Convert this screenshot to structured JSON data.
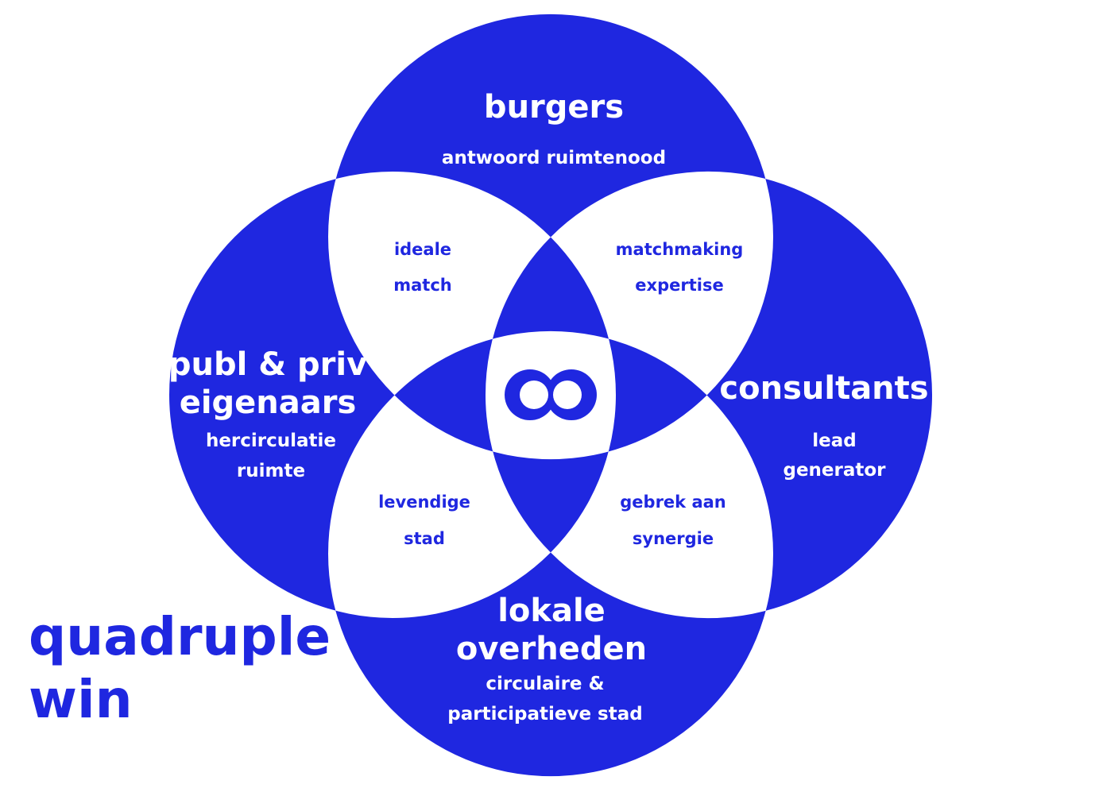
{
  "colors": {
    "brand": "#1f27e0",
    "background": "#ffffff"
  },
  "title": {
    "line1": "quadruple",
    "line2": "win"
  },
  "stakeholders": {
    "top": {
      "name": "burgers",
      "benefit": "antwoord ruimtenood"
    },
    "left": {
      "name_line1": "publ & priv",
      "name_line2": "eigenaars",
      "benefit_line1": "hercirculatie",
      "benefit_line2": "ruimte"
    },
    "right": {
      "name": "consultants",
      "benefit_line1": "lead",
      "benefit_line2": "generator"
    },
    "bottom": {
      "name_line1": "lokale",
      "name_line2": "overheden",
      "benefit_line1": "circulaire &",
      "benefit_line2": "participatieve stad"
    }
  },
  "overlaps": {
    "top_left": {
      "line1": "ideale",
      "line2": "match"
    },
    "top_right": {
      "line1": "matchmaking",
      "line2": "expertise"
    },
    "bottom_left": {
      "line1": "levendige",
      "line2": "stad"
    },
    "bottom_right": {
      "line1": "gebrek aan",
      "line2": "synergie"
    }
  },
  "center_logo": "infinity-logo-icon"
}
